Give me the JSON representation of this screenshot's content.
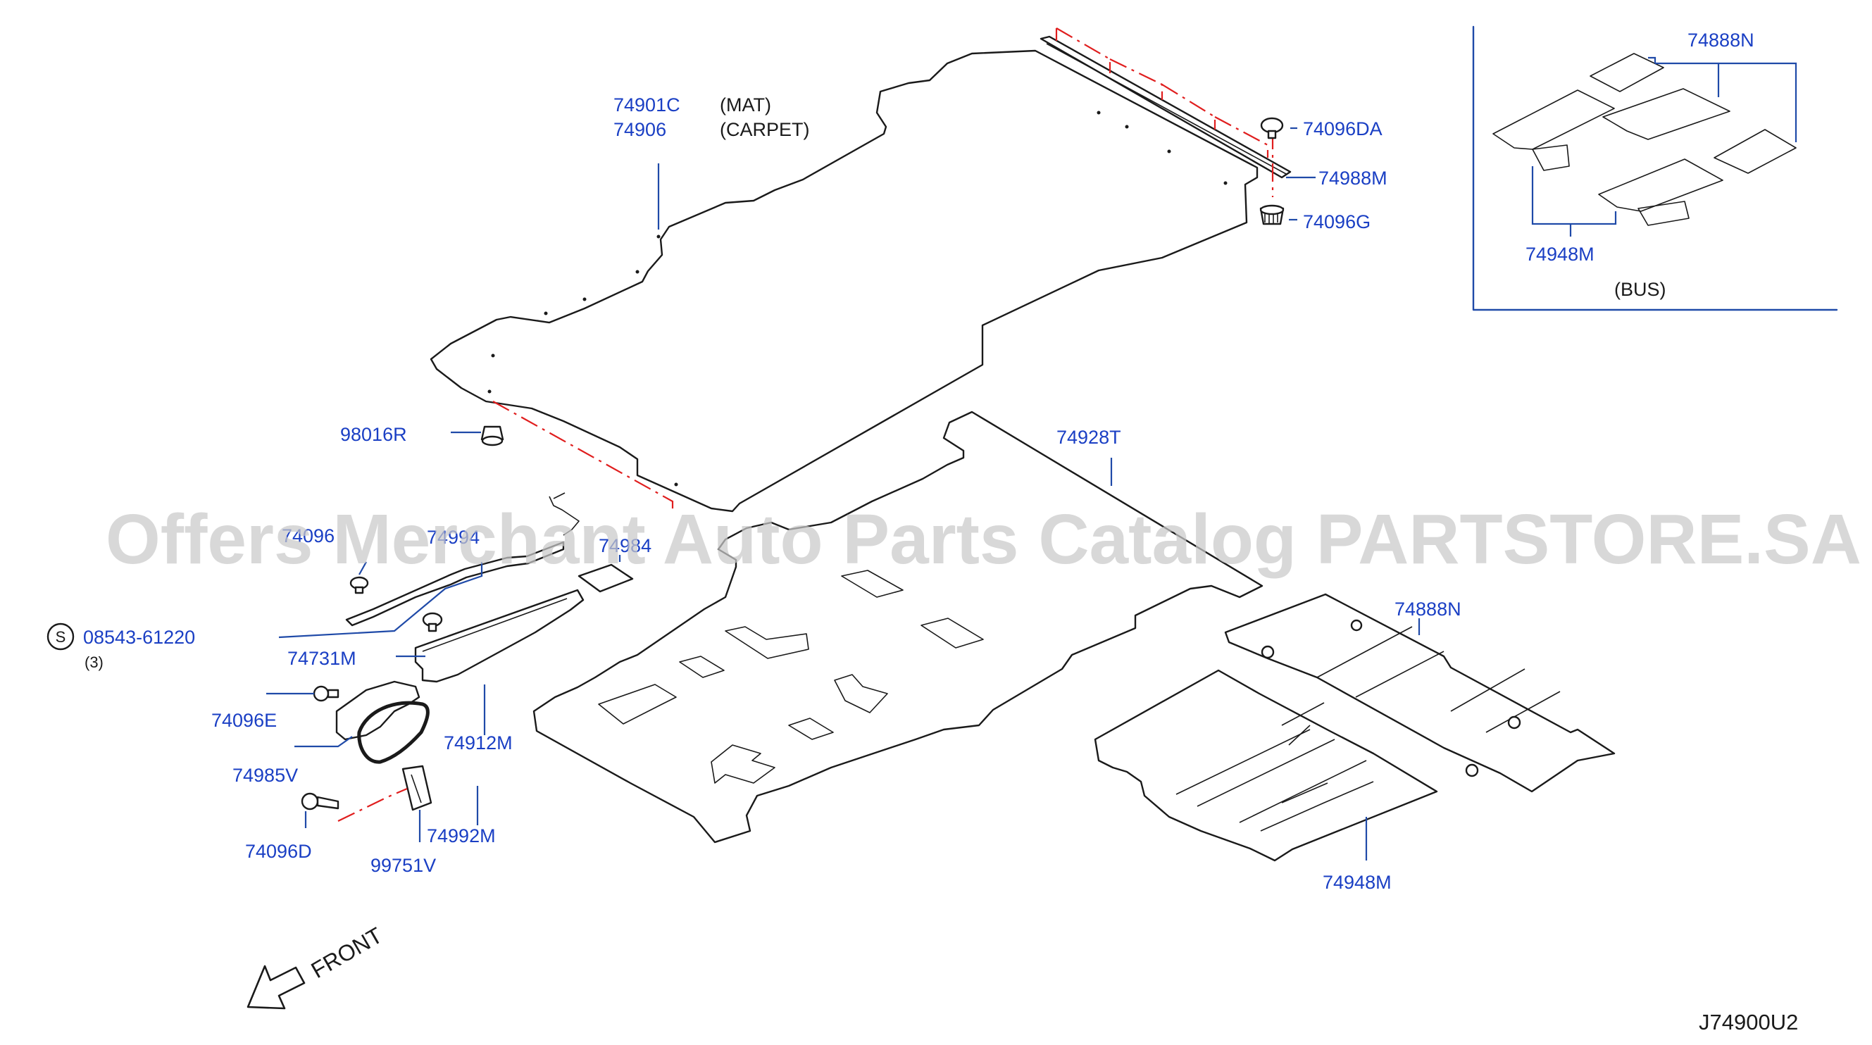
{
  "labels": {
    "p74901C": "74901C",
    "mat": "(MAT)",
    "p74906": "74906",
    "carpet": "(CARPET)",
    "p74096DA": "74096DA",
    "p74988M": "74988M",
    "p74096G": "74096G",
    "p98016R": "98016R",
    "p74928T": "74928T",
    "p74096_partial": "74096",
    "p74994_partial": "74994",
    "p74984_partial": "74984",
    "p08543": "08543-61220",
    "s_symbol": "S",
    "qty3": "(3)",
    "p74731M": "74731M",
    "p74096E": "74096E",
    "p74985V": "74985V",
    "p74912M": "74912M",
    "p74992M": "74992M",
    "p74096D": "74096D",
    "p99751V": "99751V",
    "p74888N_main": "74888N",
    "p74948M_main": "74948M",
    "p74888N_inset": "74888N",
    "p74948M_inset": "74948M",
    "bus": "(BUS)",
    "front": "FRONT",
    "diagram_code": "J74900U2"
  },
  "watermark": "Offers Merchant Auto Parts Catalog PARTSTORE.SA",
  "colors": {
    "part_number": "#1a3fc4",
    "leader_line": "#1f4aa8",
    "phantom_line": "#e01e1e",
    "outline": "#1a1a1a"
  }
}
